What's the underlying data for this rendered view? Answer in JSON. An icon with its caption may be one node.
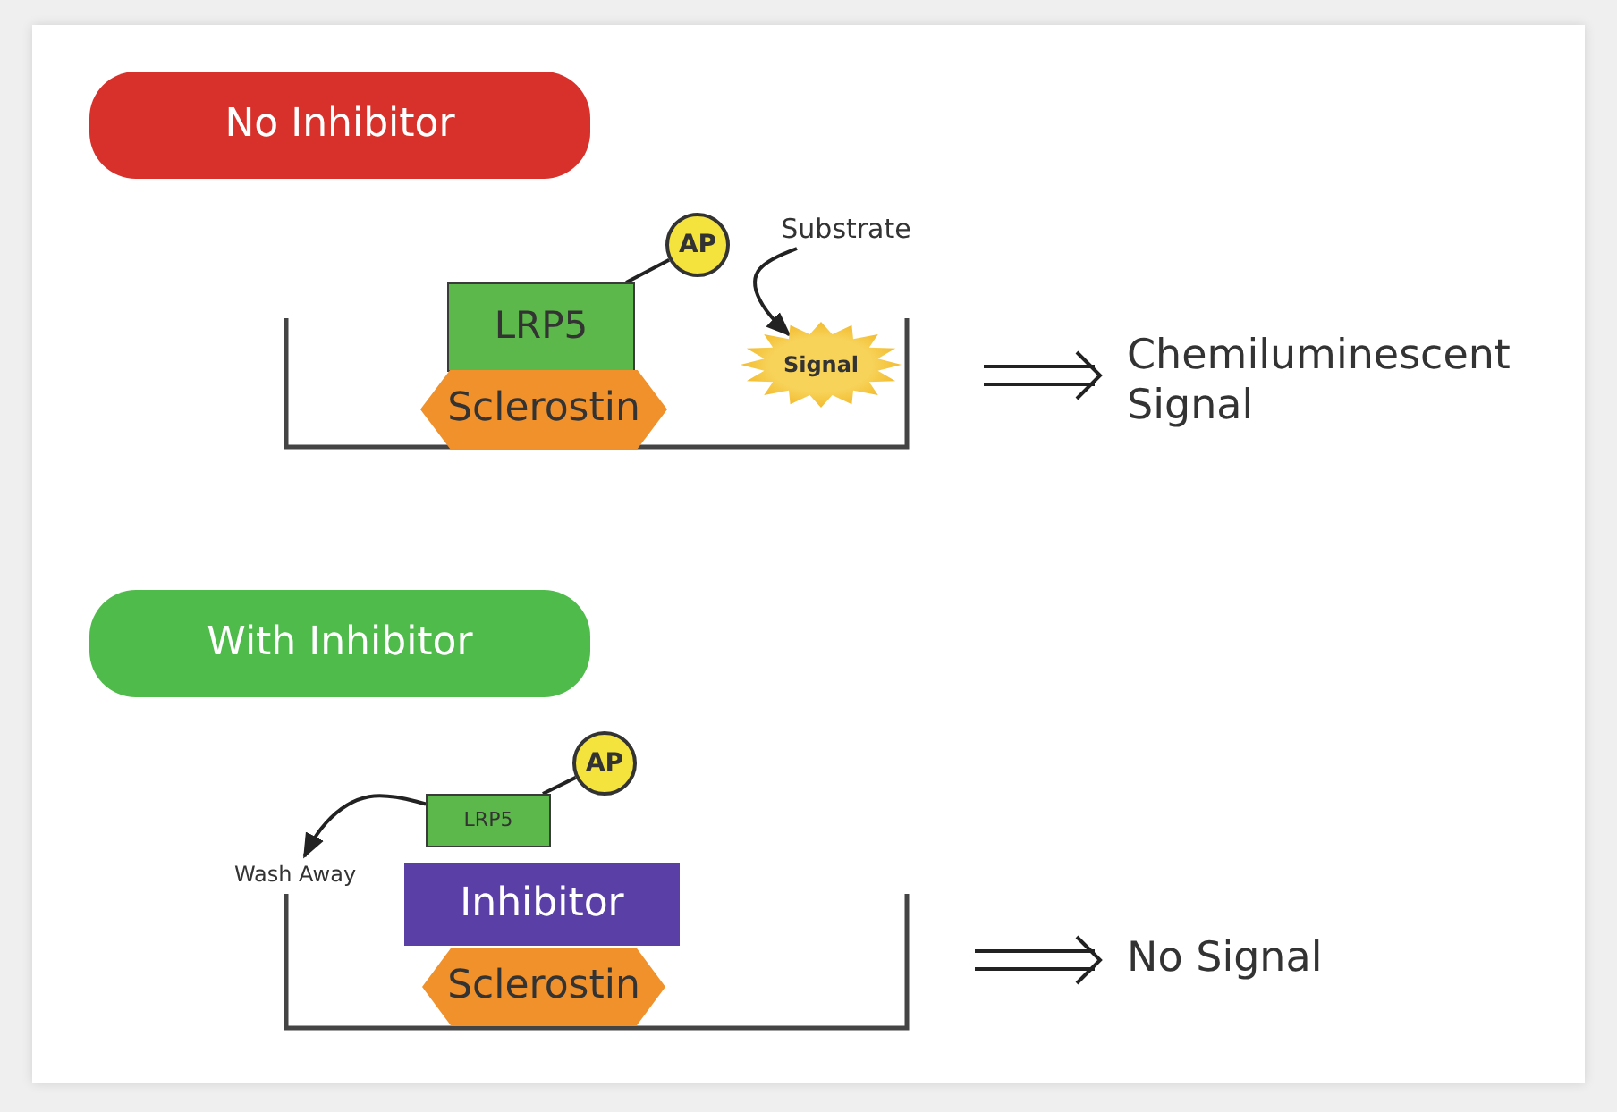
{
  "diagram": {
    "nodes": [
      {
        "text": [
          "No Inhibitor"
        ]
      },
      {
        "text": [
          "LRP5"
        ]
      },
      {
        "text": [
          "AP"
        ]
      },
      {
        "text": [
          "Sclerostin"
        ]
      },
      {
        "text": [
          "Substrate"
        ]
      },
      {
        "text": [
          "Signal"
        ]
      },
      {
        "text": [
          "Chemiluminescent Signal"
        ]
      },
      {
        "text": [
          "With Inhibitor"
        ]
      },
      {
        "text": [
          "LRP5"
        ]
      },
      {
        "text": [
          "AP"
        ]
      },
      {
        "text": [
          "Wash Away"
        ]
      },
      {
        "text": [
          "Inhibitor"
        ]
      },
      {
        "text": [
          "Sclerostin"
        ]
      },
      {
        "text": [
          "No Signal"
        ]
      }
    ],
    "edges": [
      {
        "from": 2,
        "to": 1,
        "arrow": "none"
      },
      {
        "from": 4,
        "to": 5,
        "arrow": "to"
      },
      {
        "from": null,
        "to": 6,
        "arrow": "to"
      },
      {
        "from": 9,
        "to": 8,
        "arrow": "none"
      },
      {
        "from": 8,
        "to": 10,
        "arrow": "to"
      },
      {
        "from": null,
        "to": 13,
        "arrow": "to"
      }
    ]
  }
}
